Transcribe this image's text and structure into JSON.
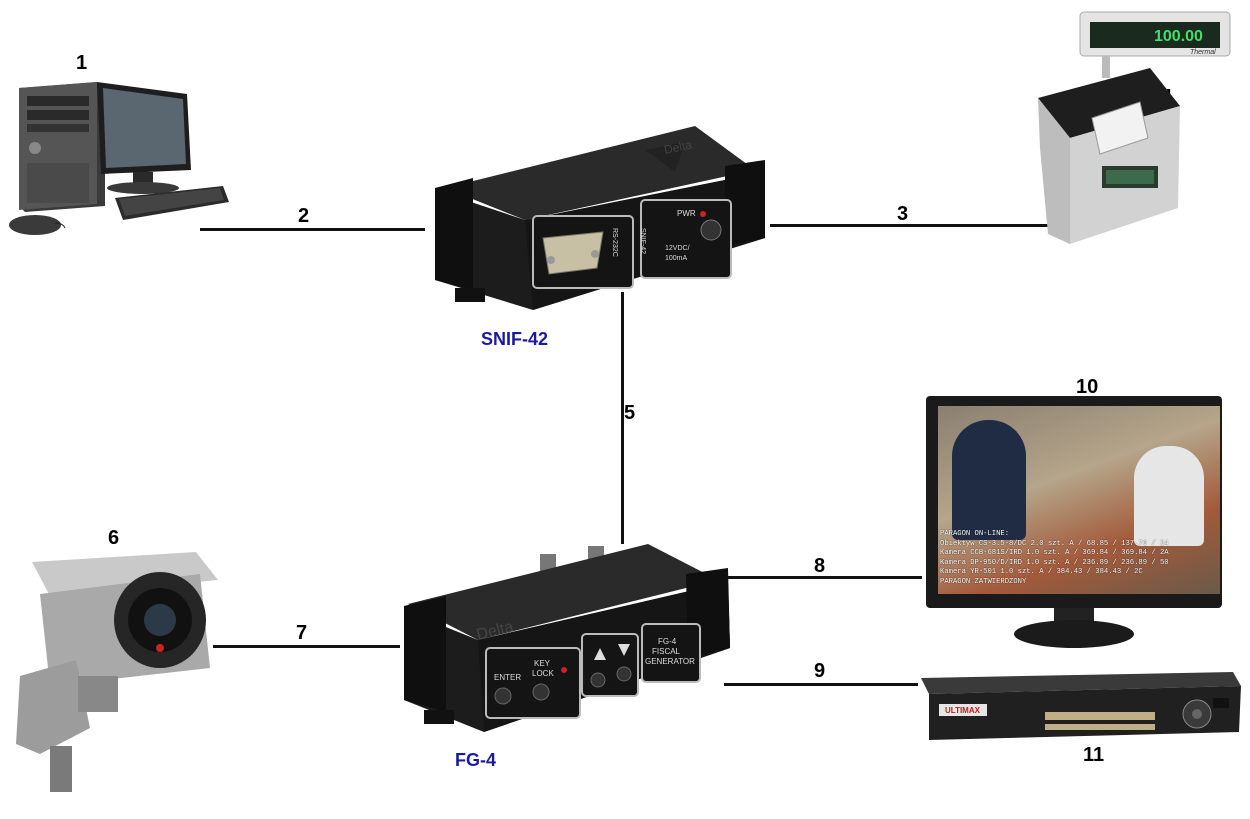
{
  "devices": {
    "snif": {
      "label": "SNIF-42",
      "serial_port": "RS-232C",
      "model": "SNIF-42",
      "pwr": "PWR",
      "power_spec_1": "12VDC/",
      "power_spec_2": "100mA",
      "brand": "Delta"
    },
    "fg": {
      "label": "FG-4",
      "brand": "Delta",
      "btn_enter": "ENTER",
      "btn_key": "KEY",
      "btn_lock": "LOCK",
      "title_1": "FG-4",
      "title_2": "FISCAL",
      "title_3": "GENERATOR"
    },
    "printer": {
      "display_value": "100.00",
      "display_brand": "Thermal"
    },
    "dvr": {
      "brand": "ULTIMAX"
    },
    "monitor": {
      "overlay_lines": [
        "PARAGON ON-LINE:",
        "Obiektyw CS-3.5-8/DC      2.0 szt. A / 68.85 / 137.70 / 24",
        "Kamera CCB-681S/IRD       1.0 szt. A / 369.84 / 369.84 / 2A",
        "Kamera DP-950/D/IRD       1.0 szt. A / 236.89 / 236.89 / 50",
        "Kamera YR-501             1.0 szt. A / 384.43 / 384.43 / 2C",
        "PARAGON ZATWIERDZONY"
      ]
    }
  },
  "numbers": {
    "n1": "1",
    "n2": "2",
    "n3": "3",
    "n4": "4",
    "n5": "5",
    "n6": "6",
    "n7": "7",
    "n8": "8",
    "n9": "9",
    "n10": "10",
    "n11": "11"
  },
  "colors": {
    "label_blue": "#1a1aa0",
    "line": "#111111",
    "device_body": "#1c1c1c"
  }
}
